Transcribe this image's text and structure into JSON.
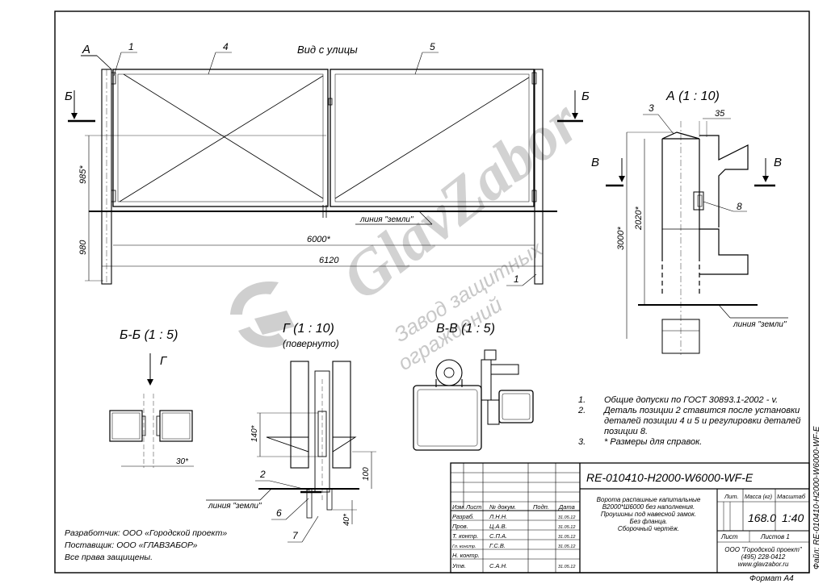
{
  "drawing": {
    "view_label": "Вид с улицы",
    "ground_line": "линия \"земли\"",
    "section_A": "А",
    "section_B": "Б",
    "section_V": "В",
    "section_G": "Г",
    "detail_A_title": "А (1 : 10)",
    "section_BB_title": "Б-Б  (1 : 5)",
    "section_G_title": "Г (1 : 10)",
    "section_G_subtitle": "(повернуто)",
    "section_VV_title": "В-В  (1 : 5)"
  },
  "dimensions": {
    "d985": "985*",
    "d980": "980",
    "d6000": "6000*",
    "d6120": "6120",
    "d3000": "3000*",
    "d2020": "2020*",
    "d35": "35",
    "d140": "140*",
    "d100": "100",
    "d40": "40*",
    "d30": "30*"
  },
  "callouts": [
    "1",
    "2",
    "3",
    "4",
    "5",
    "6",
    "7",
    "8"
  ],
  "notes": [
    {
      "num": "1.",
      "text": "Общие допуски по ГОСТ 30893.1-2002 - v."
    },
    {
      "num": "2.",
      "text": "Деталь позиции 2 ставится после установки"
    },
    {
      "num": "",
      "text": "деталей позиции 4 и 5 и регулировки деталей"
    },
    {
      "num": "",
      "text": "позиции 8."
    },
    {
      "num": "3.",
      "text": "* Размеры для справок."
    }
  ],
  "footer_left": [
    "Разработчик:  ООО «Городской проект»",
    "Поставщик:  ООО «ГЛАВЗАБОР»",
    "Все права защищены."
  ],
  "watermark": {
    "brand": "GlavZabor",
    "line1": "Завод защитных",
    "line2": "ограждений"
  },
  "title_block": {
    "code": "RE-010410-H2000-W6000-WF-E",
    "description": [
      "Ворота распашные капитальные",
      "В2000*Ш6000 без наполнения.",
      "Проушины под навесной замок.",
      "Без фланца.",
      "Сборочный чертёж."
    ],
    "headers": {
      "izm": "Изм.",
      "list": "Лист",
      "doc": "№ докум.",
      "sign": "Подп.",
      "date": "Дата"
    },
    "roles": [
      {
        "role": "Разраб.",
        "name": "Л.Н.Н.",
        "date": "31.05.12"
      },
      {
        "role": "Пров.",
        "name": "Ц.А.В.",
        "date": "31.05.12"
      },
      {
        "role": "Т. контр.",
        "name": "С.П.А.",
        "date": "31.05.12"
      },
      {
        "role": "Гл. констр.",
        "name": "Г.С.В.",
        "date": "31.05.12"
      },
      {
        "role": "Н. контр.",
        "name": "",
        "date": ""
      },
      {
        "role": "Утв.",
        "name": "С.А.Н.",
        "date": "31.05.12"
      }
    ],
    "lit_label": "Лит.",
    "mass_label": "Масса (кг)",
    "scale_label": "Масштаб",
    "mass": "168.0",
    "scale": "1:40",
    "sheet_label": "Лист",
    "sheets_label": "Листов 1",
    "company": [
      "ООО \"Городской проект\"",
      "(495) 228-0412",
      "www.glavzabor.ru"
    ]
  },
  "format": "Формат А4",
  "file_label": "Файл: RE-010410-H2000-W6000-WF-E"
}
